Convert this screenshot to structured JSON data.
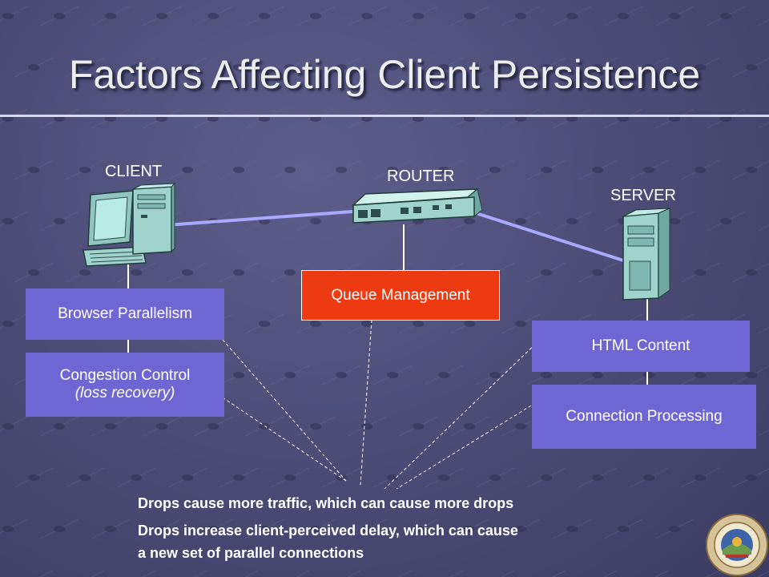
{
  "slide": {
    "title": "Factors Affecting Client Persistence"
  },
  "nodes": {
    "client": "CLIENT",
    "router": "ROUTER",
    "server": "SERVER"
  },
  "boxes": {
    "browser_parallelism": "Browser Parallelism",
    "congestion_control": "Congestion Control",
    "congestion_control_sub": "(loss recovery)",
    "queue_management": "Queue Management",
    "html_content": "HTML Content",
    "connection_processing": "Connection Processing"
  },
  "notes": {
    "line1": "Drops cause more traffic, which can cause more drops",
    "line2": "Drops increase client-perceived delay, which can cause",
    "line3": "a new set of parallel connections"
  },
  "colors": {
    "box_blue": "#6e67d3",
    "box_red": "#ee3a10",
    "link": "#a9a9ff",
    "equipment": "#9fd3cc"
  },
  "icons": [
    "computer-icon",
    "router-icon",
    "server-icon",
    "university-seal-icon"
  ]
}
